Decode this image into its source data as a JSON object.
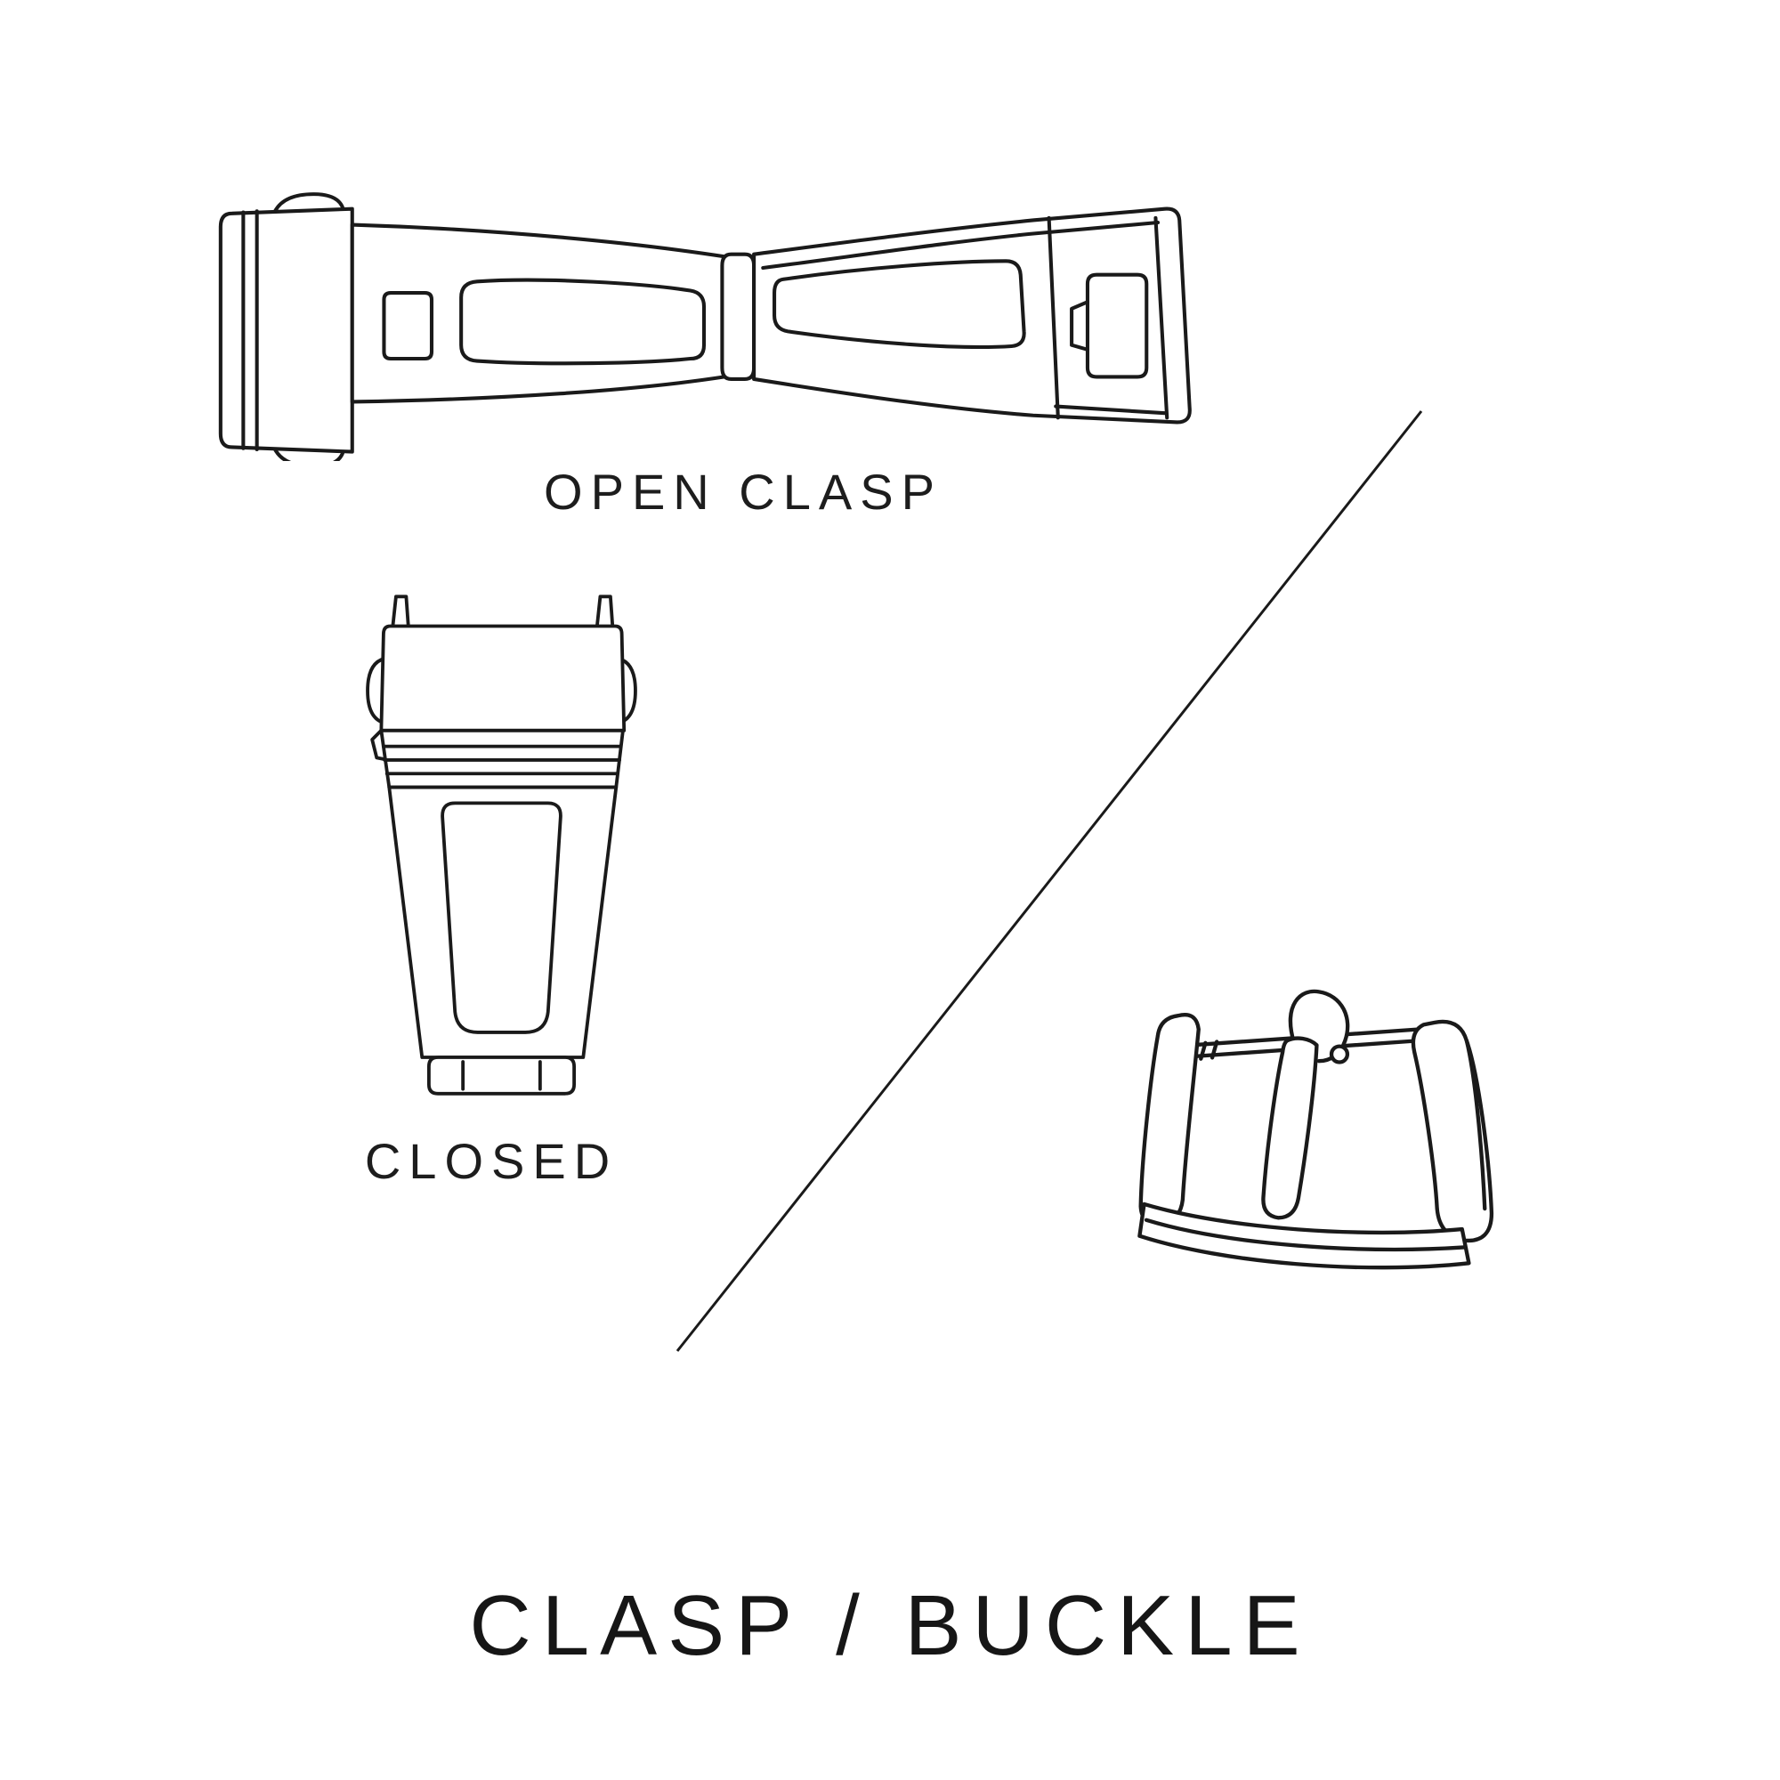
{
  "colors": {
    "background": "#ffffff",
    "ink": "#1a1a1a"
  },
  "labels": {
    "open_clasp": "OPEN CLASP",
    "closed": "CLOSED"
  },
  "title": "CLASP / BUCKLE",
  "illustrations": [
    {
      "name": "open-clasp-illustration"
    },
    {
      "name": "closed-clasp-illustration"
    },
    {
      "name": "tang-buckle-illustration"
    }
  ]
}
